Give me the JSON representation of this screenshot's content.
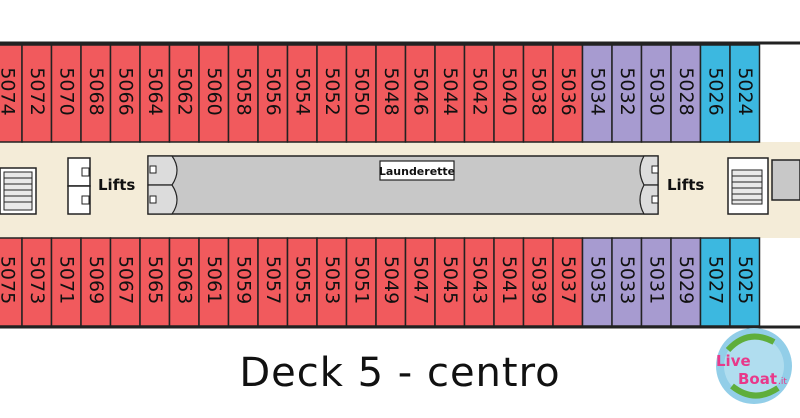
{
  "title": "Deck 5 - centro",
  "colors": {
    "red_cabin": "#f15a5d",
    "purple_cabin": "#a79bd0",
    "blue_cabin": "#3cb8e0",
    "corridor": "#f4ecd8",
    "core": "#c8c8c8",
    "outline": "#222222"
  },
  "cabins": {
    "top": [
      {
        "number": "5074",
        "type": "red"
      },
      {
        "number": "5072",
        "type": "red"
      },
      {
        "number": "5070",
        "type": "red"
      },
      {
        "number": "5068",
        "type": "red"
      },
      {
        "number": "5066",
        "type": "red"
      },
      {
        "number": "5064",
        "type": "red"
      },
      {
        "number": "5062",
        "type": "red"
      },
      {
        "number": "5060",
        "type": "red"
      },
      {
        "number": "5058",
        "type": "red"
      },
      {
        "number": "5056",
        "type": "red"
      },
      {
        "number": "5054",
        "type": "red"
      },
      {
        "number": "5052",
        "type": "red"
      },
      {
        "number": "5050",
        "type": "red"
      },
      {
        "number": "5048",
        "type": "red"
      },
      {
        "number": "5046",
        "type": "red"
      },
      {
        "number": "5044",
        "type": "red"
      },
      {
        "number": "5042",
        "type": "red"
      },
      {
        "number": "5040",
        "type": "red"
      },
      {
        "number": "5038",
        "type": "red"
      },
      {
        "number": "5036",
        "type": "red"
      },
      {
        "number": "5034",
        "type": "purple"
      },
      {
        "number": "5032",
        "type": "purple"
      },
      {
        "number": "5030",
        "type": "purple"
      },
      {
        "number": "5028",
        "type": "purple"
      },
      {
        "number": "5026",
        "type": "blue"
      },
      {
        "number": "5024",
        "type": "blue"
      }
    ],
    "bottom": [
      {
        "number": "5075",
        "type": "red"
      },
      {
        "number": "5073",
        "type": "red"
      },
      {
        "number": "5071",
        "type": "red"
      },
      {
        "number": "5069",
        "type": "red"
      },
      {
        "number": "5067",
        "type": "red"
      },
      {
        "number": "5065",
        "type": "red"
      },
      {
        "number": "5063",
        "type": "red"
      },
      {
        "number": "5061",
        "type": "red"
      },
      {
        "number": "5059",
        "type": "red"
      },
      {
        "number": "5057",
        "type": "red"
      },
      {
        "number": "5055",
        "type": "red"
      },
      {
        "number": "5053",
        "type": "red"
      },
      {
        "number": "5051",
        "type": "red"
      },
      {
        "number": "5049",
        "type": "red"
      },
      {
        "number": "5047",
        "type": "red"
      },
      {
        "number": "5045",
        "type": "red"
      },
      {
        "number": "5043",
        "type": "red"
      },
      {
        "number": "5041",
        "type": "red"
      },
      {
        "number": "5039",
        "type": "red"
      },
      {
        "number": "5037",
        "type": "red"
      },
      {
        "number": "5035",
        "type": "purple"
      },
      {
        "number": "5033",
        "type": "purple"
      },
      {
        "number": "5031",
        "type": "purple"
      },
      {
        "number": "5029",
        "type": "purple"
      },
      {
        "number": "5027",
        "type": "blue"
      },
      {
        "number": "5025",
        "type": "blue"
      }
    ]
  },
  "lifts_label": "Lifts",
  "launderette_label": "Launderette",
  "logo": {
    "text_line1": "Live",
    "text_line2": "Boat",
    "suffix": ".it"
  }
}
